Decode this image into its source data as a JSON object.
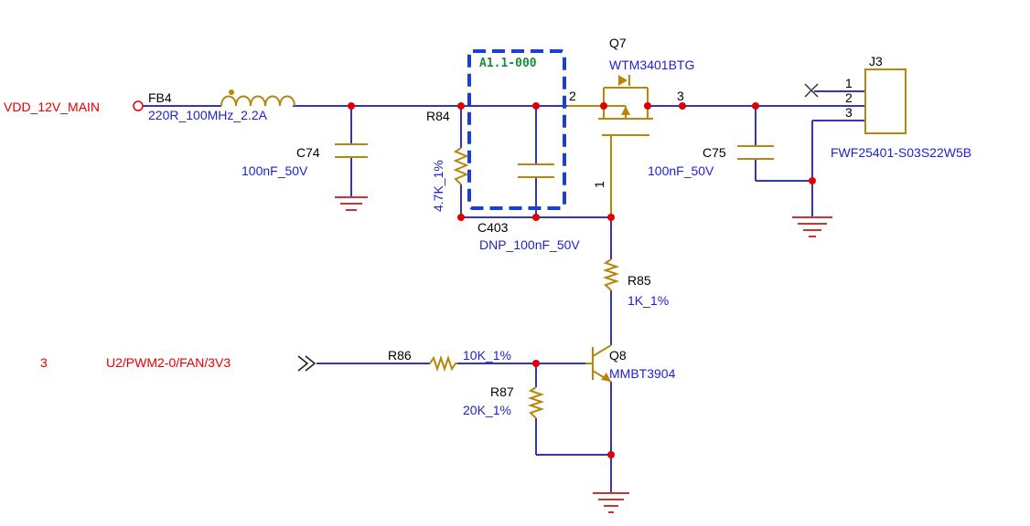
{
  "colors": {
    "wire": "#3333cc",
    "component": "#b8860b",
    "net_label": "#e00000",
    "ref": "#000000",
    "value": "#2222cc",
    "variant_box": "#1a3fd6",
    "variant_text": "#1a8f3a",
    "junction": "#e00000"
  },
  "nets": {
    "vdd": "VDD_12V_MAIN",
    "pwm_sheet": "3",
    "pwm": "U2/PWM2-0/FAN/3V3"
  },
  "variant_box": {
    "label": "A1.1-000"
  },
  "components": {
    "fb4": {
      "ref": "FB4",
      "value": "220R_100MHz_2.2A"
    },
    "c74": {
      "ref": "C74",
      "value": "100nF_50V"
    },
    "r84": {
      "ref": "R84",
      "value": "4.7K_1%"
    },
    "c403": {
      "ref": "C403",
      "value": "DNP_100nF_50V"
    },
    "q7": {
      "ref": "Q7",
      "value": "WTM3401BTG",
      "pin_g": "1",
      "pin_s": "2",
      "pin_d": "3"
    },
    "c75": {
      "ref": "C75",
      "value": "100nF_50V"
    },
    "j3": {
      "ref": "J3",
      "value": "FWF25401-S03S22W5B",
      "pins": [
        "1",
        "2",
        "3"
      ]
    },
    "r85": {
      "ref": "R85",
      "value": "1K_1%"
    },
    "r86": {
      "ref": "R86",
      "value": "10K_1%"
    },
    "r87": {
      "ref": "R87",
      "value": "20K_1%"
    },
    "q8": {
      "ref": "Q8",
      "value": "MMBT3904"
    }
  },
  "icons": [
    "offpage-connector-icon",
    "ground-icon",
    "no-connect-icon",
    "inductor-icon",
    "capacitor-icon",
    "resistor-icon",
    "pmos-icon",
    "npn-icon",
    "connector-icon"
  ]
}
